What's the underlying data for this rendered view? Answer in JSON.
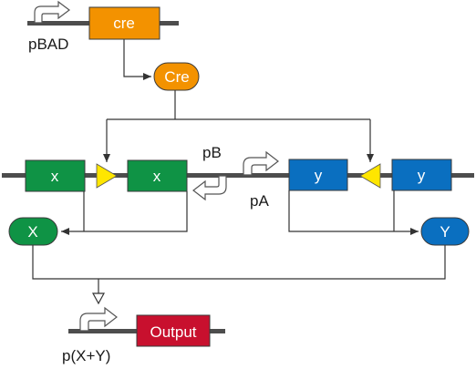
{
  "colors": {
    "dna": "#4d4d4d",
    "dna_border": "#3a3a3a",
    "orange": "#f39200",
    "green": "#0f9345",
    "blue": "#0a6fc0",
    "red": "#c8102e",
    "yellow": "#ffe600",
    "promoter_fill": "#ffffff",
    "promoter_stroke": "#555555",
    "arrow": "#333333"
  },
  "top_cassette": {
    "promoter_label": "pBAD",
    "gene_label": "cre"
  },
  "cre_protein": {
    "label": "Cre"
  },
  "middle_cassette": {
    "gene_x_left": "x",
    "gene_x_right": "x",
    "gene_y_left": "y",
    "gene_y_right": "y",
    "promoter_b_label": "pB",
    "promoter_a_label": "pA"
  },
  "proteins": {
    "x_label": "X",
    "y_label": "Y"
  },
  "output_cassette": {
    "promoter_label": "p(X+Y)",
    "gene_label": "Output"
  }
}
